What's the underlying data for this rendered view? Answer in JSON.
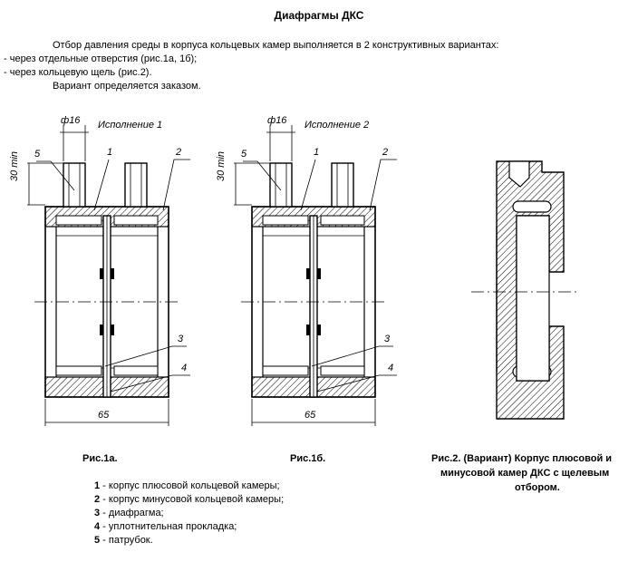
{
  "page": {
    "title": "Диафрагмы ДКС",
    "intro_line1": "Отбор давления среды в корпуса кольцевых камер выполняется в 2 конструктивных вариантах:",
    "intro_line2": "- через отдельные отверстия (рис.1а, 1б);",
    "intro_line3": "- через кольцевую щель (рис.2).",
    "intro_line4": "Вариант определяется заказом."
  },
  "figure1a": {
    "diameter": "ф16",
    "variant": "Исполнение 1",
    "min_dim": "30 min",
    "width_dim": "65",
    "callouts": [
      "5",
      "1",
      "2",
      "3",
      "4"
    ],
    "caption": "Рис.1а."
  },
  "figure1b": {
    "diameter": "ф16",
    "variant": "Исполнение 2",
    "min_dim": "30 min",
    "width_dim": "65",
    "callouts": [
      "5",
      "1",
      "2",
      "3",
      "4"
    ],
    "caption": "Рис.1б."
  },
  "figure2": {
    "caption_line1": "Рис.2. (Вариант) Корпус плюсовой и",
    "caption_line2": "минусовой камер ДКС  с щелевым",
    "caption_line3": "отбором."
  },
  "legend": [
    {
      "num": "1",
      "text": " - корпус плюсовой кольцевой камеры;"
    },
    {
      "num": "2",
      "text": " - корпус минусовой кольцевой камеры;"
    },
    {
      "num": "3",
      "text": " - диафрагма;"
    },
    {
      "num": "4",
      "text": " - уплотнительная прокладка;"
    },
    {
      "num": "5",
      "text": " - патрубок."
    }
  ]
}
